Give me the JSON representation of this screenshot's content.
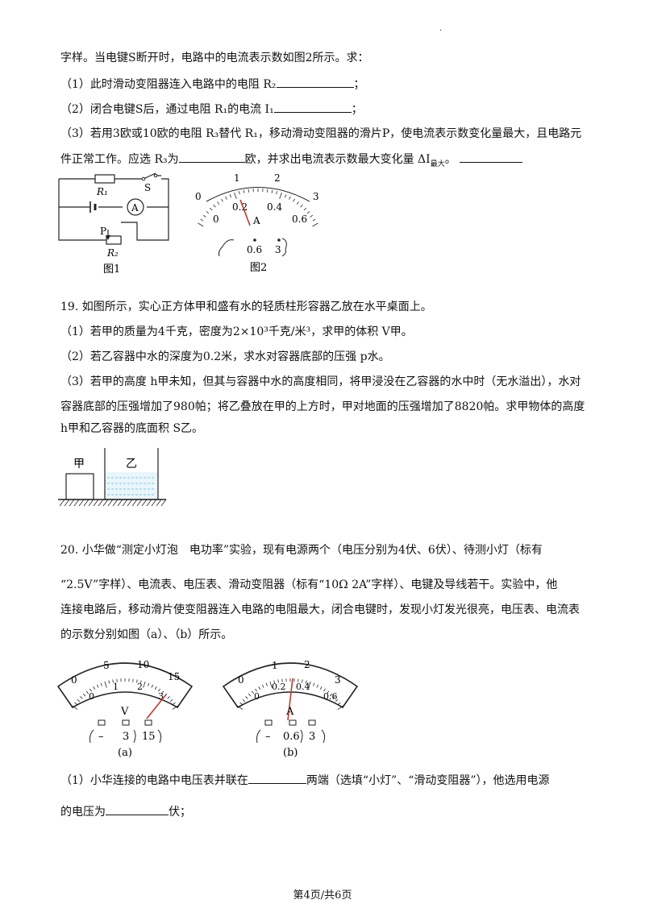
{
  "q18": {
    "intro": "字样。当电键S断开时，电路中的电流表示数如图2所示。求：",
    "p1": "（1）此时滑动变阻器连入电路中的电阻 R₂",
    "p2": "（2）闭合电键S后，通过电阻 R₁的电流 I₁",
    "p3a": "（3）若用3欧或10欧的电阻 R₃替代 R₁，移动滑动变阻器的滑片P，使电流表示数变化量最大，且电路元",
    "p3b_pre": "件正常工作。应选 R₃为",
    "p3b_post": "欧，并求出电流表示数最大变化量 ΔI",
    "p3b_sub": "最大",
    "semicolon": "；",
    "period": "。",
    "fig1": {
      "r1": "R₁",
      "s": "S",
      "a": "A",
      "p": "P",
      "r2": "R₂",
      "caption": "图1"
    },
    "fig2": {
      "top": [
        "0",
        "1",
        "2",
        "3"
      ],
      "bottom": [
        "0",
        "0.2",
        "0.4",
        "0.6"
      ],
      "unit": "A",
      "terminals": [
        "0.6",
        "3"
      ],
      "caption": "图2"
    }
  },
  "q19": {
    "title": "19. 如图所示，实心正方体甲和盛有水的轻质柱形容器乙放在水平桌面上。",
    "p1": "（1）若甲的质量为4千克，密度为2×10³千克/米³，求甲的体积 V甲。",
    "p2": "（2）若乙容器中水的深度为0.2米，求水对容器底部的压强 p水。",
    "p3a": "（3）若甲的高度 h甲未知，但其与容器中水的高度相同，将甲浸没在乙容器的水中时（无水溢出），水对",
    "p3b": "容器底部的压强增加了980帕；将乙叠放在甲的上方时，甲对地面的压强增加了8820帕。求甲物体的高度",
    "p3c": "h甲和乙容器的底面积 S乙。",
    "fig": {
      "jia": "甲",
      "yi": "乙"
    }
  },
  "q20": {
    "l1": "20. 小华做“测定小灯泡　电功率”实验，现有电源两个（电压分别为4伏、6伏）、待测小灯（标有",
    "l2": "“2.5V”字样）、电流表、电压表、滑动变阻器（标有“10Ω 2A”字样）、电键及导线若干。实验中，他",
    "l3": "连接电路后，移动滑片使变阻器连入电路的电阻最大，闭合电键时，发现小灯发光很亮，电压表、电流表",
    "l4": "的示数分别如图（a）、（b）所示。",
    "p1a_pre": "（1）小华连接的电路中电压表并联在",
    "p1a_post": "两端（选填“小灯”、“滑动变阻器”），他选用电源",
    "p1b_pre": "的电压为",
    "p1b_post": "伏；",
    "meter_v": {
      "top": [
        "0",
        "5",
        "10",
        "15"
      ],
      "bottom": [
        "0",
        "1",
        "2",
        "3"
      ],
      "unit": "V",
      "terminals": [
        "–",
        "3",
        "15"
      ],
      "caption": "(a)"
    },
    "meter_a": {
      "top": [
        "0",
        "1",
        "2",
        "3"
      ],
      "bottom": [
        "0",
        "0.2",
        "0.4",
        "0.6"
      ],
      "unit": "A",
      "terminals": [
        "–",
        "0.6",
        "3"
      ],
      "caption": "(b)"
    }
  },
  "footer": "第4页/共6页",
  "corner_mark": "."
}
